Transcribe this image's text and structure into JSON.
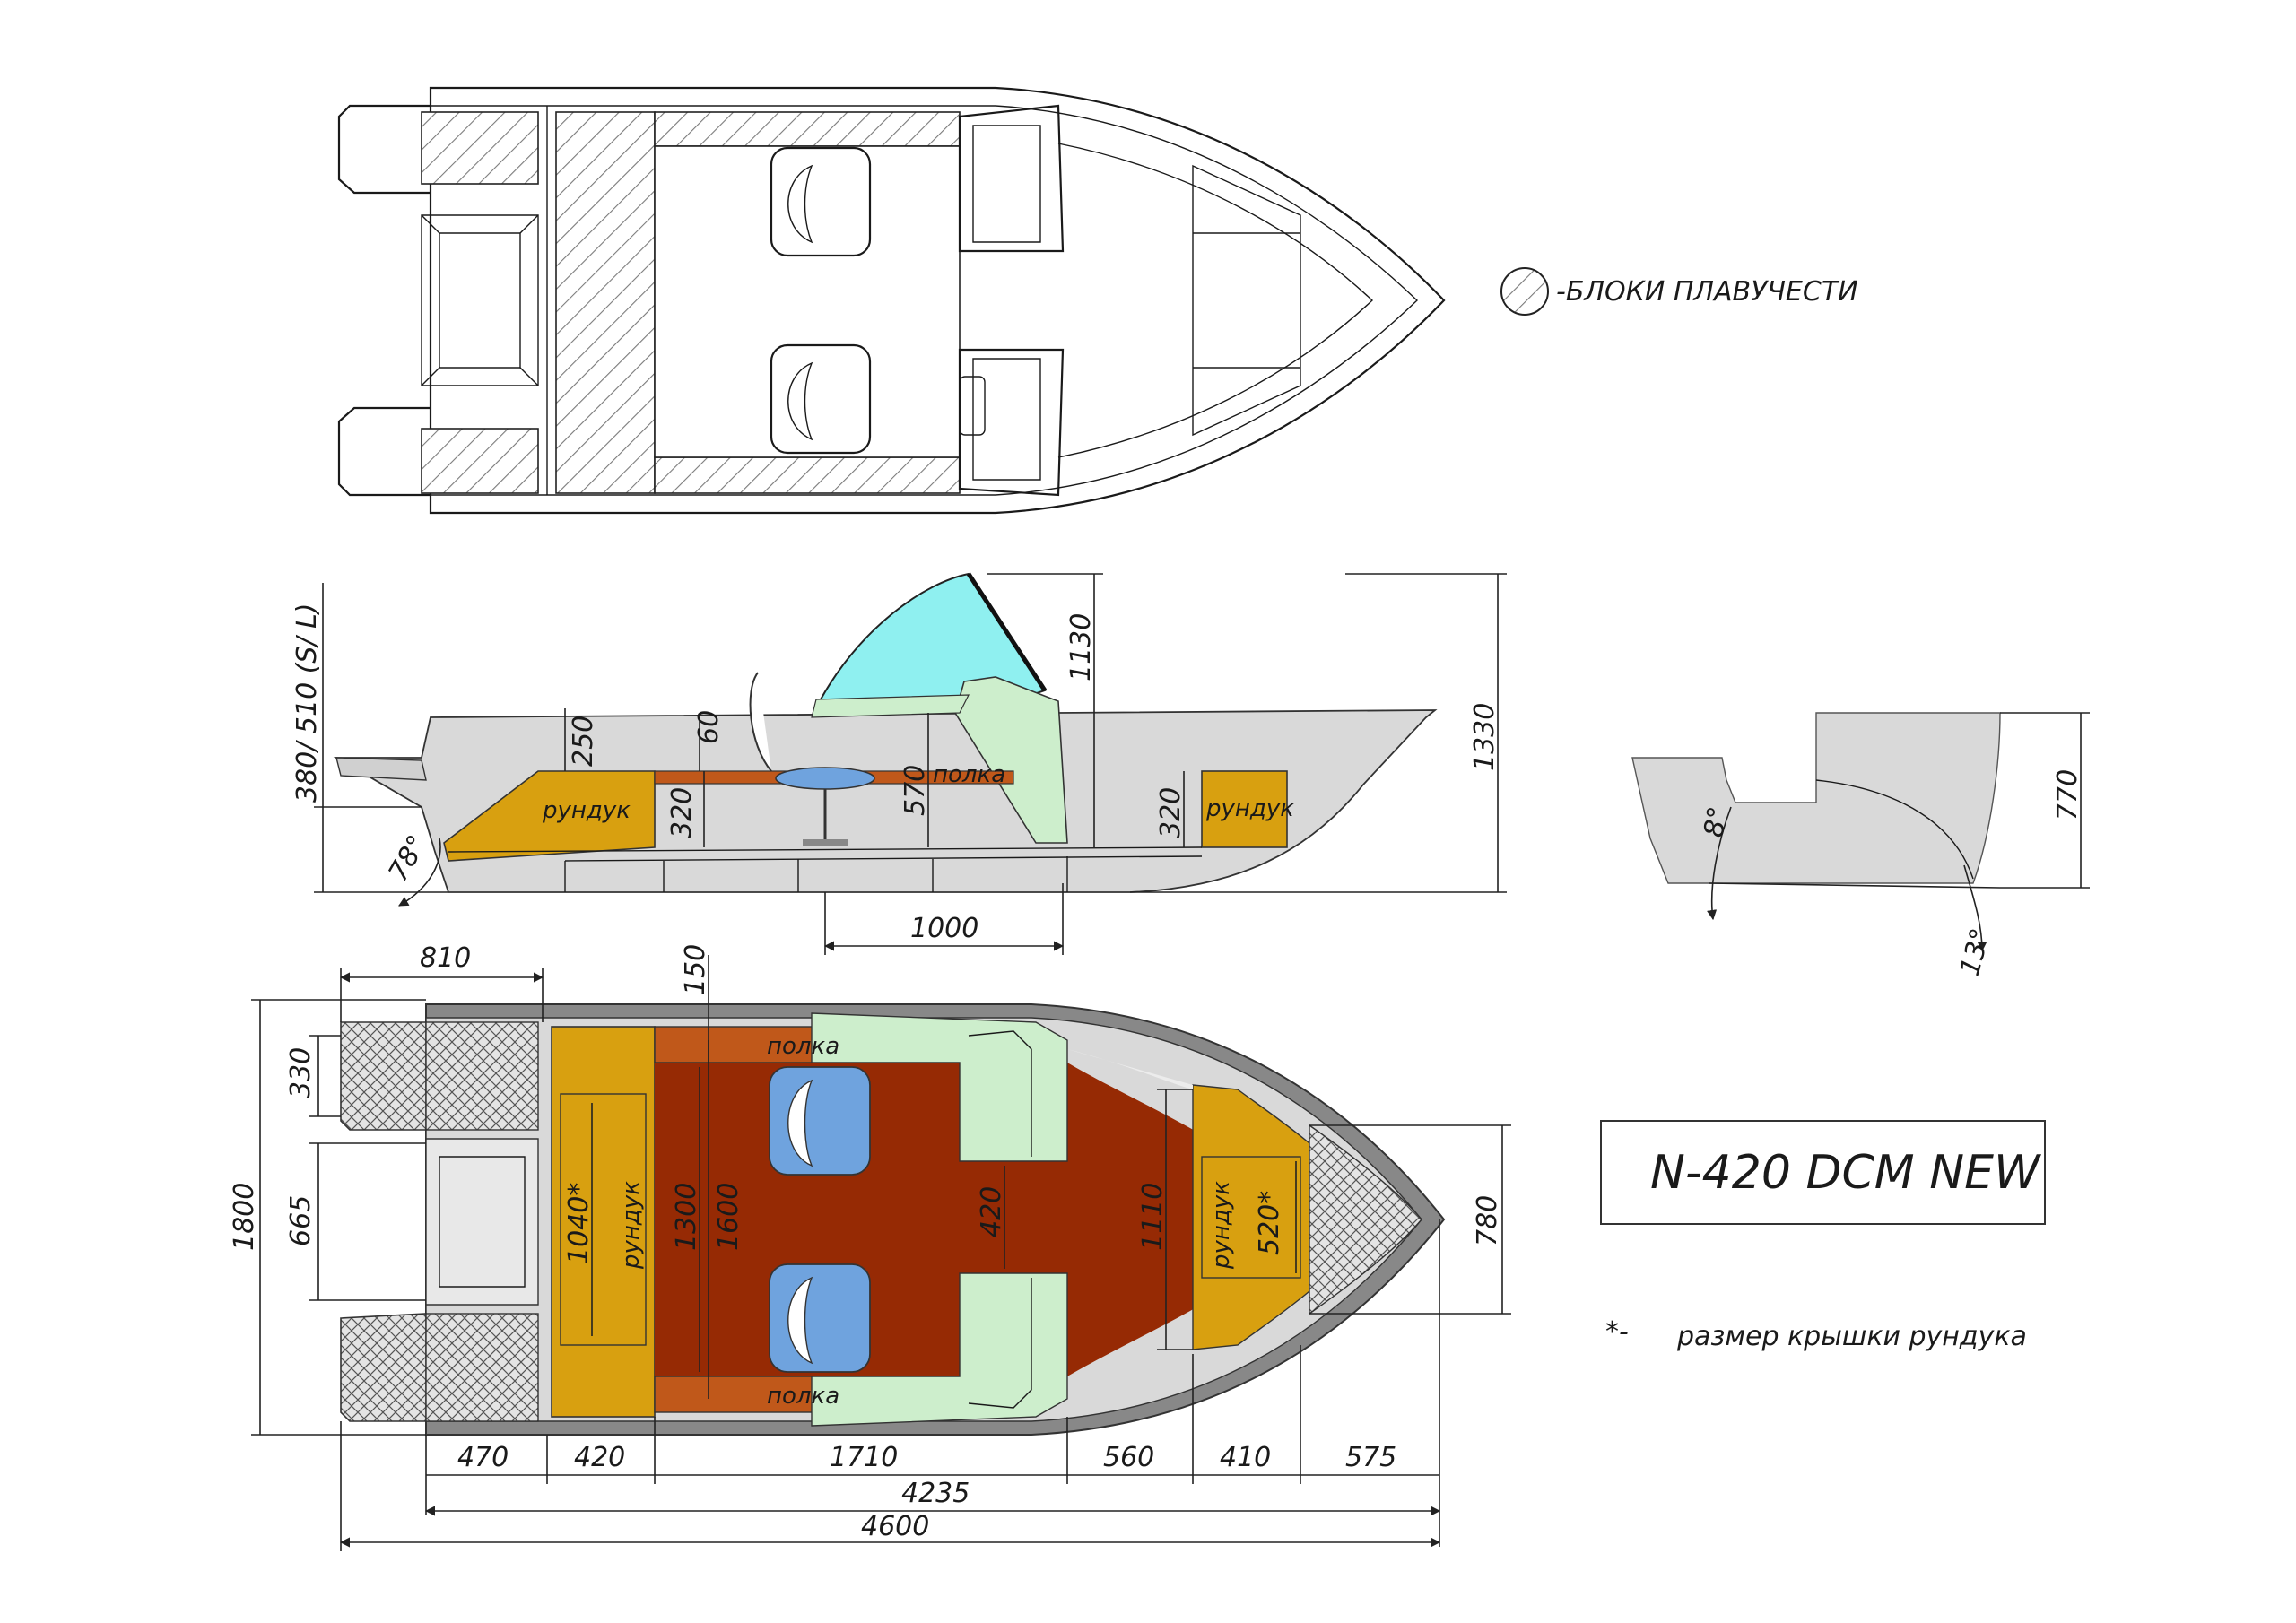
{
  "legend": {
    "label": "-БЛОКИ ПЛАВУЧЕСТИ"
  },
  "model": {
    "name": "N-420 DCM NEW"
  },
  "note": {
    "marker": "*-",
    "text": "размер крышки рундука"
  },
  "colors": {
    "hatch": "#8a8a8a",
    "hull_grey": "#d9d9d9",
    "floor": "#962a04",
    "locker": "#d8a010",
    "shelf": "#c0581a",
    "seat_green": "#cdeecc",
    "seat_blue": "#6fa3de",
    "windshield": "#8ff0f0",
    "crosshatch": "#e2e2e2"
  },
  "labels": {
    "rundyk": "рундук",
    "polka": "полка"
  },
  "side_view": {
    "d_380_510": "380/ 510 (S/ L)",
    "d_250": "250",
    "d_60": "60",
    "d_320a": "320",
    "d_570": "570",
    "d_1130": "1130",
    "d_320b": "320",
    "d_1330": "1330",
    "d_1000": "1000",
    "angle_78": "78°"
  },
  "section_view": {
    "angle_8": "8°",
    "angle_13": "13°",
    "d_770": "770"
  },
  "bottom_view": {
    "d_810": "810",
    "d_150": "150",
    "d_330": "330",
    "d_665": "665",
    "d_1800": "1800",
    "d_1040": "1040*",
    "d_1300": "1300",
    "d_1600": "1600",
    "d_420_mid": "420",
    "d_1110": "1110",
    "d_520": "520*",
    "d_780": "780",
    "d_470": "470",
    "d_420": "420",
    "d_1710": "1710",
    "d_560": "560",
    "d_410": "410",
    "d_575": "575",
    "d_4235": "4235",
    "d_4600": "4600"
  }
}
